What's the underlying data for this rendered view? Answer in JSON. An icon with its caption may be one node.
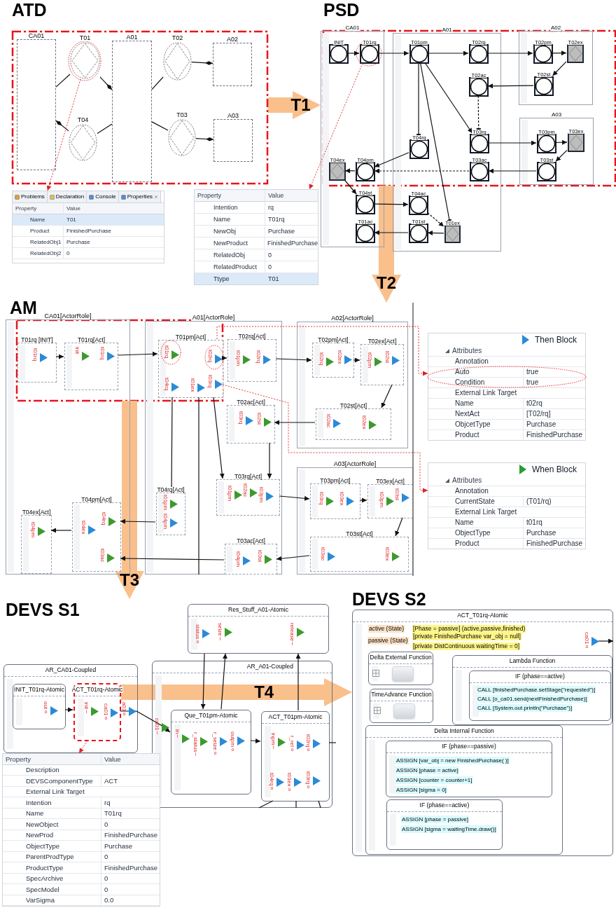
{
  "diagram": {
    "nodes": [
      {
        "text": [],
        "shape": "box"
      },
      {
        "text": [
          "CA01"
        ],
        "in": 0
      },
      {
        "text": [
          "T01"
        ],
        "in": 0
      },
      {
        "text": [
          "A01"
        ],
        "in": 0
      },
      {
        "text": [
          "T02"
        ],
        "in": 0
      },
      {
        "text": [
          "A02"
        ],
        "in": 0
      },
      {
        "text": [
          "T04"
        ],
        "in": 0
      },
      {
        "text": [
          "T03"
        ],
        "in": 0
      },
      {
        "text": [
          "A03"
        ],
        "in": 0
      },
      {
        "text": [
          "Problems",
          "Declaration",
          "Console",
          "Properties",
          "Property",
          "Value",
          "Name",
          "T01",
          "Product",
          "FinishedPurchase",
          "RelatedObj1",
          "Purchase",
          "RelatedObj2",
          "0"
        ]
      },
      {
        "text": [
          "CA01"
        ]
      },
      {
        "text": [
          "A01"
        ]
      },
      {
        "text": [
          "A02"
        ]
      },
      {
        "text": [
          "A03"
        ]
      },
      {
        "text": [
          "INIT"
        ],
        "in": 10
      },
      {
        "text": [
          "T01rq"
        ],
        "in": 10
      },
      {
        "text": [
          "T01pm"
        ],
        "in": 11
      },
      {
        "text": [
          "T02rq"
        ],
        "in": 11
      },
      {
        "text": [
          "T02pm"
        ],
        "in": 12
      },
      {
        "text": [
          "T02ex"
        ],
        "in": 12
      },
      {
        "text": [
          "T02st"
        ],
        "in": 12
      },
      {
        "text": [
          "T02ac"
        ],
        "in": 11
      },
      {
        "text": [
          "T03rq"
        ],
        "in": 11
      },
      {
        "text": [
          "T03pm"
        ],
        "in": 13
      },
      {
        "text": [
          "T03ex"
        ],
        "in": 13
      },
      {
        "text": [
          "T04rq"
        ],
        "in": 11
      },
      {
        "text": [
          "T04ex"
        ],
        "in": 10
      },
      {
        "text": [
          "T04pm"
        ],
        "in": 10
      },
      {
        "text": [
          "T03ac"
        ],
        "in": 11
      },
      {
        "text": [
          "T03st"
        ],
        "in": 13
      },
      {
        "text": [
          "T04st"
        ],
        "in": 10
      },
      {
        "text": [
          "T04ac"
        ],
        "in": 11
      },
      {
        "text": [
          "T01ac"
        ],
        "in": 10
      },
      {
        "text": [
          "T01st"
        ],
        "in": 11
      },
      {
        "text": [
          "T01ex"
        ],
        "in": 11
      },
      {
        "text": [
          "Property",
          "Value",
          "Intention",
          "rq",
          "Name",
          "T01rq",
          "NewObj",
          "Purchase",
          "NewProduct",
          "FinishedPurchase",
          "RelatedObj",
          "0",
          "RelatedProduct",
          "0",
          "Ttype",
          "T01"
        ]
      },
      {
        "text": [
          "CA01[ActorRole]"
        ]
      },
      {
        "text": [
          "A01[ActorRole]"
        ]
      },
      {
        "text": [
          "A02[ActorRole]"
        ]
      },
      {
        "text": [
          "A03[ActorRole]"
        ]
      },
      {
        "text": [
          "T01rq [INIT]",
          "t01rq"
        ],
        "in": 36
      },
      {
        "text": [
          "T01rq[Act]",
          "init",
          "t01rq"
        ],
        "in": 36
      },
      {
        "text": [
          "T01pm[Act]",
          "t01rq",
          "t02rq",
          "t04rq",
          "t01ex",
          "t03rq"
        ],
        "in": 37
      },
      {
        "text": [
          "T02rq[Act]",
          "t01pm",
          "t02rq"
        ],
        "in": 37
      },
      {
        "text": [
          "T02pm[Act]",
          "t02rq",
          "t02ex"
        ],
        "in": 38
      },
      {
        "text": [
          "T02ex[Act]",
          "t02pm",
          "t02st"
        ],
        "in": 38
      },
      {
        "text": [
          "T02ac[Act]",
          "t03rq",
          "t02st"
        ],
        "in": 37
      },
      {
        "text": [
          "T02st[Act]",
          "t02ac",
          "t02ex"
        ],
        "in": 38
      },
      {
        "text": [
          "T03rq[Act]",
          "t01pm",
          "t02ac",
          "t03pm"
        ],
        "in": 37
      },
      {
        "text": [
          "T03pm[Act]",
          "t03rq",
          "t03ex"
        ],
        "in": 39
      },
      {
        "text": [
          "T03ex[Act]",
          "t03pm",
          "t03st"
        ],
        "in": 39
      },
      {
        "text": [
          "T04rq[Act]",
          "t01pm",
          "t04pm"
        ],
        "in": 37
      },
      {
        "text": [
          "T04pm[Act]",
          "t04rq",
          "t04ex",
          "t03ac"
        ],
        "in": 36
      },
      {
        "text": [
          "T04ex[Act]",
          "t04pm"
        ],
        "in": 36
      },
      {
        "text": [
          "T03ac[Act]",
          "t04pm",
          "t03st"
        ],
        "in": 37
      },
      {
        "text": [
          "T03st[Act]",
          "t03ac",
          "t03ex"
        ],
        "in": 39
      },
      {
        "text": [
          "Then Block",
          "Attributes",
          "Annotation",
          "Auto",
          "true",
          "Condition",
          "true",
          "External Link Target",
          "Name",
          "t02rq",
          "NextAct",
          "[T02/rq]",
          "ObjcetType",
          "Purchase",
          "Product",
          "FinishedPurchase"
        ]
      },
      {
        "text": [
          "When Block",
          "Attributes",
          "Annotation",
          "CurrentState",
          "(T01/rq)",
          "External Link Target",
          "Name",
          "t01rq",
          "ObjectType",
          "Purchase",
          "Product",
          "FinishedPurchase"
        ]
      },
      {
        "text": [
          "Res_Stuff_A01-Atomic",
          "status",
          "o",
          "seize",
          "i",
          "release",
          "i"
        ]
      },
      {
        "text": [
          "AR_CA01-Coupled",
          "a01",
          "o"
        ]
      },
      {
        "text": [
          "INIT_T01rq-Atomic",
          "out",
          "o"
        ],
        "in": 59
      },
      {
        "text": [
          "ACT_T01rq-Atomic",
          "init",
          "i",
          "ca01",
          "o"
        ],
        "in": 59
      },
      {
        "text": [
          "AR_A01-Coupled",
          "ca01",
          "i"
        ]
      },
      {
        "text": [
          "Que_T01pm-Atomic",
          "in",
          "i",
          "r_status",
          "i",
          "r_seize",
          "o",
          "outpm",
          "o"
        ],
        "in": 62
      },
      {
        "text": [
          "ACT_T01pm-Atomic",
          "inpm",
          "i",
          "r_rel",
          "o",
          "t02rq",
          "o",
          "t04rq",
          "o",
          "t01ex",
          "o",
          "t03rq",
          "o"
        ],
        "in": 62
      },
      {
        "text": [
          "Property",
          "Value",
          "Description",
          "DEVSComponentType",
          "ACT",
          "External Link Target",
          "Intention",
          "rq",
          "Name",
          "T01rq",
          "NewObject",
          "0",
          "NewProd",
          "FinishedPurchase",
          "ObjectType",
          "Purchase",
          "ParentProdType",
          "0",
          "ProductType",
          "FinishedPurchase",
          "SpecArchive",
          "0",
          "SpecModel",
          "0",
          "VarSigma",
          "0.0"
        ]
      },
      {
        "text": [
          "ACT_T01rq-Atomic",
          "active (State)",
          "passive (State)",
          "[Phase = passive] (active,passive,finished)",
          "[private FinishedPurchase var_obj = null]",
          "[private DistContinuous waitingTime = 0]"
        ]
      },
      {
        "text": [
          "Delta External Function"
        ],
        "in": 66
      },
      {
        "text": [
          "TimeAdvance Function"
        ],
        "in": 66
      },
      {
        "text": [
          "Lambda Function"
        ],
        "in": 66
      },
      {
        "text": [
          "IF (phase==active)",
          "CALL [finishedPurchase.setStage(\"requested\")]",
          "CALL [o_ca01.send(nextFinishedPurchase)]",
          "CALL [System.out.println(\"Purchase\")]"
        ],
        "in": 69
      },
      {
        "text": [
          "Delta Internal Function"
        ],
        "in": 66
      },
      {
        "text": [
          "IF (phase==passive)",
          "ASSIGN [var_obj = new FinishedPurchase( )]",
          "ASSIGN [phase = active]",
          "ASSIGN [counter = counter+1]",
          "ASSIGN [sigma = 0]"
        ],
        "in": 71
      },
      {
        "text": [
          "IF (phase==active)",
          "ASSIGN [phase = passive]",
          "ASSIGN [sigma = waitingTime.draw()]"
        ],
        "in": 71
      },
      {
        "text": [
          "ca01",
          "o"
        ],
        "in": 66
      }
    ],
    "edges": [
      {
        "from": 1,
        "to": 2,
        "arrow": "none"
      },
      {
        "from": 2,
        "to": 3,
        "arrow": "other"
      },
      {
        "from": 3,
        "to": 4,
        "arrow": "none"
      },
      {
        "from": 4,
        "to": 5,
        "arrow": "other"
      },
      {
        "from": 3,
        "to": 6,
        "arrow": "none"
      },
      {
        "from": 6,
        "to": 1,
        "arrow": "other"
      },
      {
        "from": 3,
        "to": 7,
        "arrow": "none"
      },
      {
        "from": 7,
        "to": 8,
        "arrow": "other"
      },
      {
        "from": 2,
        "to": 9,
        "arrow": "to",
        "style": "dashed",
        "color": "#e02020"
      },
      {
        "from": 0,
        "to": 10,
        "arrow": "to",
        "label": "T1",
        "style": "thick",
        "color": "#f9c08c"
      },
      {
        "from": 14,
        "to": 15,
        "arrow": "to"
      },
      {
        "from": 15,
        "to": 16,
        "arrow": "to"
      },
      {
        "from": 16,
        "to": 17,
        "arrow": "to"
      },
      {
        "from": 17,
        "to": 18,
        "arrow": "to"
      },
      {
        "from": 18,
        "to": 19,
        "arrow": "to"
      },
      {
        "from": 19,
        "to": 20,
        "arrow": "to"
      },
      {
        "from": 20,
        "to": 21,
        "arrow": "to"
      },
      {
        "from": 21,
        "to": 22,
        "arrow": "to",
        "style": "dashed"
      },
      {
        "from": 16,
        "to": 25,
        "arrow": "to"
      },
      {
        "from": 16,
        "to": 22,
        "arrow": "to"
      },
      {
        "from": 16,
        "to": 34,
        "arrow": "to"
      },
      {
        "from": 22,
        "to": 23,
        "arrow": "to"
      },
      {
        "from": 23,
        "to": 24,
        "arrow": "to"
      },
      {
        "from": 24,
        "to": 29,
        "arrow": "to"
      },
      {
        "from": 29,
        "to": 28,
        "arrow": "to"
      },
      {
        "from": 28,
        "to": 27,
        "arrow": "to",
        "style": "dashed"
      },
      {
        "from": 25,
        "to": 27,
        "arrow": "to"
      },
      {
        "from": 27,
        "to": 26,
        "arrow": "to"
      },
      {
        "from": 26,
        "to": 30,
        "arrow": "to"
      },
      {
        "from": 30,
        "to": 31,
        "arrow": "to"
      },
      {
        "from": 31,
        "to": 34,
        "arrow": "to",
        "style": "dashed"
      },
      {
        "from": 34,
        "to": 33,
        "arrow": "to"
      },
      {
        "from": 33,
        "to": 32,
        "arrow": "to"
      },
      {
        "from": 15,
        "to": 35,
        "arrow": "to",
        "style": "dashed",
        "color": "#e02020"
      },
      {
        "from": 40,
        "to": 41,
        "arrow": "to"
      },
      {
        "from": 41,
        "to": 42,
        "arrow": "to"
      },
      {
        "from": 42,
        "to": 43,
        "arrow": "to"
      },
      {
        "from": 43,
        "to": 44,
        "arrow": "to"
      },
      {
        "from": 44,
        "to": 45,
        "arrow": "to"
      },
      {
        "from": 45,
        "to": 47,
        "arrow": "to"
      },
      {
        "from": 47,
        "to": 46,
        "arrow": "to"
      },
      {
        "from": 46,
        "to": 48,
        "arrow": "to"
      },
      {
        "from": 42,
        "to": 48,
        "arrow": "to"
      },
      {
        "from": 42,
        "to": 51,
        "arrow": "to"
      },
      {
        "from": 48,
        "to": 49,
        "arrow": "to"
      },
      {
        "from": 49,
        "to": 50,
        "arrow": "to"
      },
      {
        "from": 50,
        "to": 55,
        "arrow": "to"
      },
      {
        "from": 55,
        "to": 54,
        "arrow": "to"
      },
      {
        "from": 54,
        "to": 52,
        "arrow": "to"
      },
      {
        "from": 51,
        "to": 52,
        "arrow": "to"
      },
      {
        "from": 52,
        "to": 53,
        "arrow": "to"
      },
      {
        "from": 42,
        "to": null,
        "arrow": "none"
      },
      {
        "from": 42,
        "to": 56,
        "arrow": "to",
        "style": "dashed",
        "color": "#e02020"
      },
      {
        "from": 42,
        "to": 57,
        "arrow": "to",
        "style": "dashed",
        "color": "#e02020"
      },
      {
        "from": 60,
        "to": 61,
        "arrow": "to"
      },
      {
        "from": 61,
        "to": 63,
        "arrow": "to"
      },
      {
        "from": 63,
        "to": 64,
        "arrow": "to"
      },
      {
        "from": 58,
        "to": 63,
        "arrow": "to"
      },
      {
        "from": 63,
        "to": 58,
        "arrow": "to"
      },
      {
        "from": 64,
        "to": 58,
        "arrow": "to"
      },
      {
        "from": 61,
        "to": 65,
        "arrow": "to",
        "style": "dashed",
        "color": "#e02020"
      },
      {
        "from": 61,
        "to": 66,
        "arrow": "to",
        "label": "T4",
        "style": "thick",
        "color": "#f9c08c"
      },
      {
        "from": 64,
        "to": null,
        "arrow": "none"
      },
      {
        "from": 64,
        "to": null,
        "arrow": "none"
      },
      {
        "from": 64,
        "to": null,
        "arrow": "none"
      },
      {
        "from": 64,
        "to": null,
        "arrow": "none"
      },
      {
        "from": 74,
        "to": 66,
        "arrow": "to"
      }
    ],
    "labels": [
      "ATD",
      "PSD",
      "T2",
      "AM",
      "T3",
      "DEVS S1",
      "DEVS S2"
    ]
  }
}
